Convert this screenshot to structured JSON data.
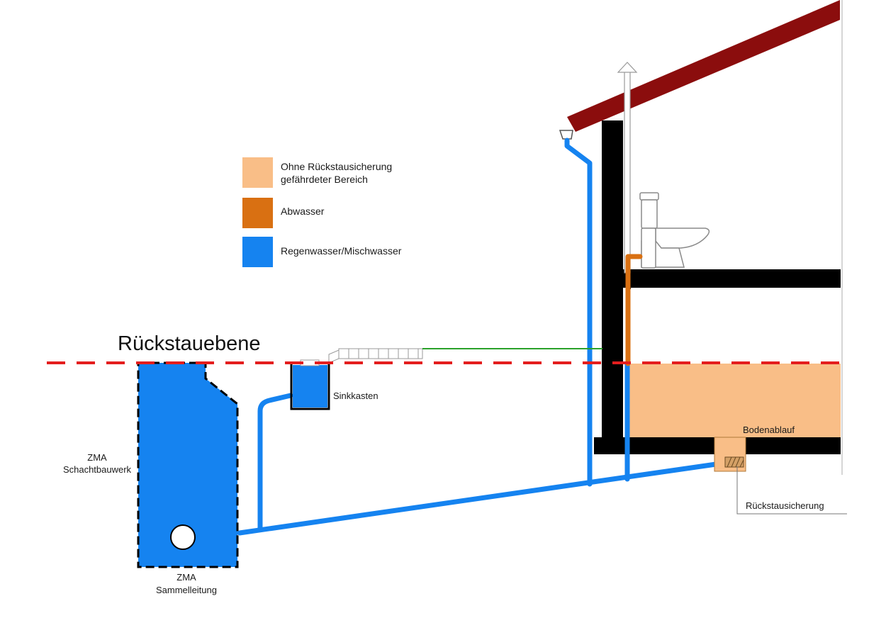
{
  "legend": {
    "items": [
      {
        "label_lines": [
          "Ohne Rückstausicherung",
          "gefährdeter Bereich"
        ],
        "color": "#F9BE87"
      },
      {
        "label_lines": [
          "Abwasser"
        ],
        "color": "#D97012"
      },
      {
        "label_lines": [
          "Regenwasser/Mischwasser"
        ],
        "color": "#1583F0"
      }
    ]
  },
  "labels": {
    "backflow_level": "Rückstauebene",
    "sinkkasten": "Sinkkasten",
    "bodenablauf": "Bodenablauf",
    "rueckstausicherung": "Rückstausicherung",
    "zma_shaft_line1": "ZMA",
    "zma_shaft_line2": "Schachtbauwerk",
    "zma_collector_line1": "ZMA",
    "zma_collector_line2": "Sammelleitung"
  },
  "colors": {
    "roof": "#8B0D0D",
    "wall": "#000000",
    "backflow_line": "#E41E1E",
    "drain_line": "#2AA12A",
    "danger_zone": "#F9BE87",
    "wastewater": "#D97012",
    "stormwater": "#1583F0"
  }
}
